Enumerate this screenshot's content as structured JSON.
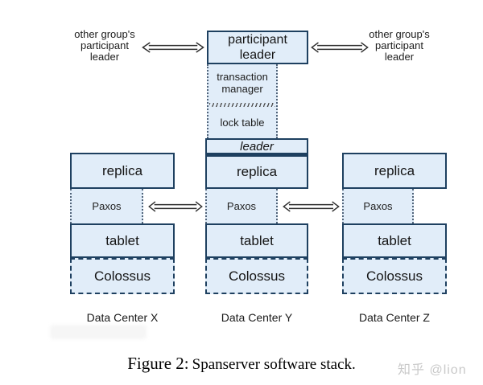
{
  "colors": {
    "box_fill": "#e1edf9",
    "box_border": "#1e4060",
    "dotted_border": "#51647a",
    "arrow": "#2e2e2e",
    "caption_text": "#000000",
    "watermark_gray": "#c9c9c9"
  },
  "diagram": {
    "other_group_left": "other group's\nparticipant\nleader",
    "other_group_right": "other group's\nparticipant\nleader",
    "participant_leader": "participant\nleader",
    "transaction_manager": "transaction\nmanager",
    "lock_table": "lock table",
    "leader": "leader",
    "columns": [
      {
        "replica": "replica",
        "paxos": "Paxos",
        "tablet": "tablet",
        "colossus": "Colossus",
        "datacenter": "Data Center X"
      },
      {
        "replica": "replica",
        "paxos": "Paxos",
        "tablet": "tablet",
        "colossus": "Colossus",
        "datacenter": "Data Center Y"
      },
      {
        "replica": "replica",
        "paxos": "Paxos",
        "tablet": "tablet",
        "colossus": "Colossus",
        "datacenter": "Data Center Z"
      }
    ]
  },
  "caption": {
    "label": "Figure 2:",
    "text": "Spanserver software stack."
  },
  "watermark": "知乎 @lion"
}
